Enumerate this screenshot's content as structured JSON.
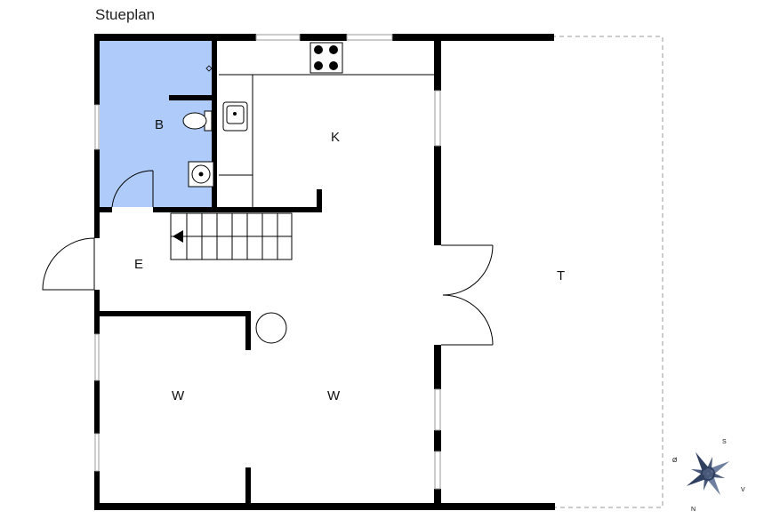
{
  "title": "Stueplan",
  "colors": {
    "wall": "#000000",
    "bathroom": "#aecbfa",
    "window": "#cfcfcf",
    "terrace_border": "#9a9a9a",
    "compass": "#2f3f5f"
  },
  "rooms": {
    "bathroom": "B",
    "kitchen": "K",
    "entrance": "E",
    "living_left": "W",
    "living_right": "W",
    "terrace": "T"
  },
  "compass": {
    "north": "N",
    "south": "S",
    "east": "Ø",
    "west": "V"
  },
  "icons": [
    "stove-icon",
    "sink-icon",
    "toilet-icon",
    "washbasin-icon",
    "stair-arrow-icon",
    "wood-stove-icon",
    "compass-rose-icon"
  ]
}
